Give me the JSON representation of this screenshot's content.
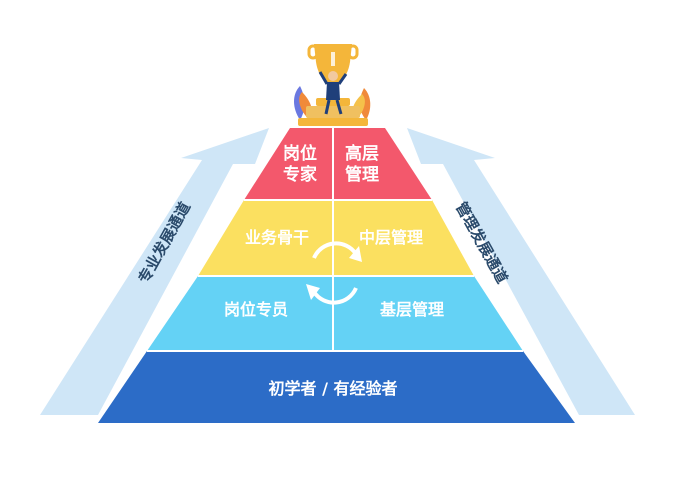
{
  "colors": {
    "tier_top": "#f3586c",
    "tier_2": "#fbe060",
    "tier_3": "#64d2f5",
    "tier_base": "#2c6cc7",
    "channel_arrow": "#cfe6f7",
    "channel_text": "#2a4a6b",
    "trophy": "#f4b63a"
  },
  "pyramid": {
    "top_left": [
      "岗位",
      "专家"
    ],
    "top_right": [
      "高层",
      "管理"
    ],
    "tier2_left": "业务骨干",
    "tier2_right": "中层管理",
    "tier3_left": "岗位专员",
    "tier3_right": "基层管理",
    "base": "初学者 / 有经验者"
  },
  "channels": {
    "left": "专业发展通道",
    "right": "管理发展通道"
  },
  "icons": [
    "trophy-icon",
    "person-icon",
    "cycle-arrows-icon"
  ]
}
